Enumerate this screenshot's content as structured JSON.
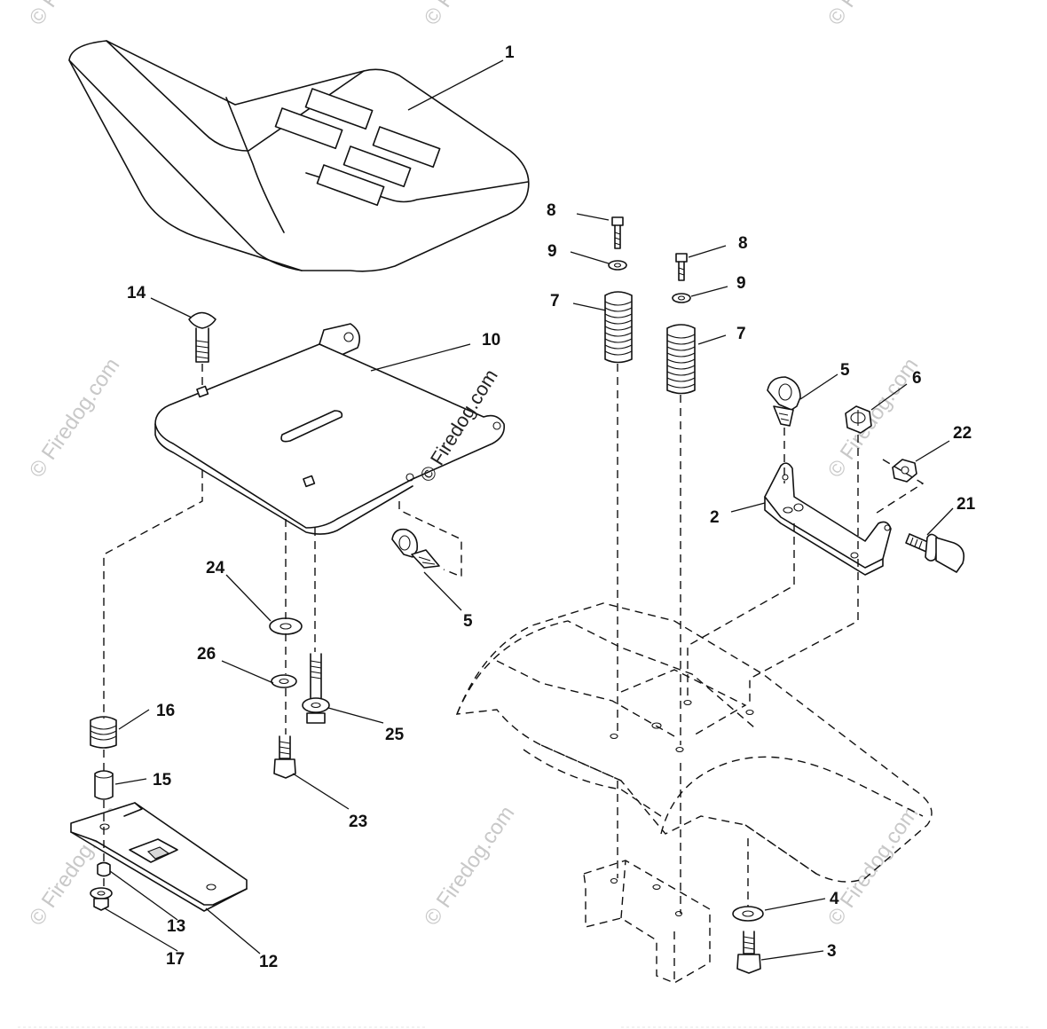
{
  "watermarks": {
    "main": "© Firedog.com",
    "faint": "© Firedog.com"
  },
  "callouts": {
    "c1": "1",
    "c2": "2",
    "c3": "3",
    "c4": "4",
    "c5a": "5",
    "c5b": "5",
    "c6": "6",
    "c7a": "7",
    "c7b": "7",
    "c8a": "8",
    "c8b": "8",
    "c9a": "9",
    "c9b": "9",
    "c10": "10",
    "c12": "12",
    "c13": "13",
    "c14": "14",
    "c15": "15",
    "c16": "16",
    "c17": "17",
    "c21": "21",
    "c22": "22",
    "c23": "23",
    "c24": "24",
    "c25": "25",
    "c26": "26"
  }
}
